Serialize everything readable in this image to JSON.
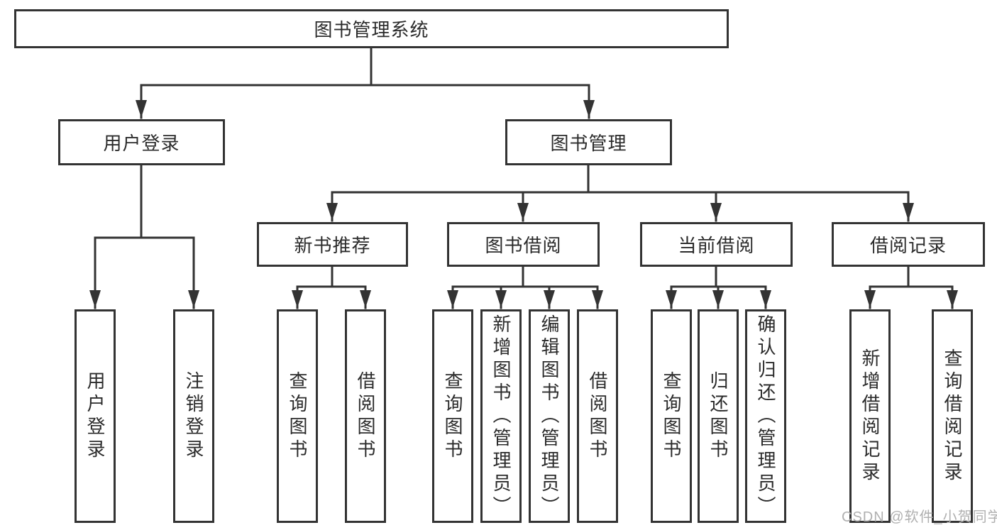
{
  "nodes": {
    "root": "图书管理系统",
    "l2": [
      "用户登录",
      "图书管理"
    ],
    "l3": [
      "新书推荐",
      "图书借阅",
      "当前借阅",
      "借阅记录"
    ],
    "leaves": [
      "用户登录",
      "注销登录",
      "查询图书",
      "借阅图书",
      "查询图书",
      "新增图书（管理员）",
      "编辑图书（管理员）",
      "借阅图书",
      "查询图书",
      "归还图书",
      "确认归还（管理员）",
      "新增借阅记录",
      "查询借阅记录"
    ]
  },
  "watermark": "CSDN @软件_小贺同学",
  "colors": {
    "line": "#333333",
    "box_border": "#333333",
    "text": "#2b2b2b",
    "watermark": "#b0b0b0",
    "background": "#ffffff"
  }
}
